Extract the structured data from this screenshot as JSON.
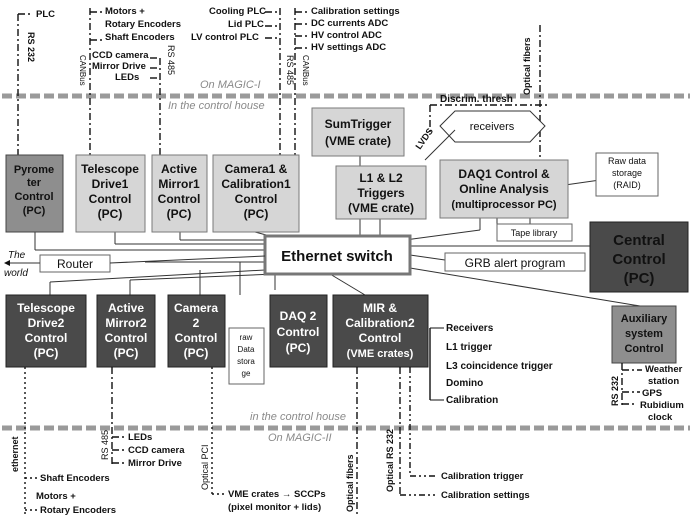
{
  "top_labels": {
    "plc": "PLC",
    "motors": "Motors +",
    "rotary": "Rotary Encoders",
    "shaft": "Shaft Encoders",
    "ccd": "CCD camera",
    "mirror_drive": "Mirror Drive",
    "leds": "LEDs",
    "cooling_plc": "Cooling PLC",
    "lid_plc": "Lid PLC",
    "lv_plc": "LV control PLC",
    "calib_settings": "Calibration settings",
    "dc_adc": "DC currents ADC",
    "hv_adc": "HV control ADC",
    "hvset_adc": "HV settings ADC",
    "rs232": "RS 232",
    "canbus1": "CANBus",
    "rs485_1": "RS 485",
    "rs485_2": "RS 485",
    "canbus2": "CANBus",
    "optical": "Optical fibers"
  },
  "separators": {
    "on_magic1": "On MAGIC-I",
    "control_house_top": "In the control house",
    "discrim": "Discrim. thresh",
    "control_house_bottom": "in the control house",
    "on_magic2": "On MAGIC-II"
  },
  "boxes": {
    "pyrometer": [
      "Pyrome",
      "ter",
      "Control",
      "(PC)"
    ],
    "tel_drive1": [
      "Telescope",
      "Drive1",
      "Control",
      "(PC)"
    ],
    "amc1": [
      "Active",
      "Mirror1",
      "Control",
      "(PC)"
    ],
    "camera1": [
      "Camera1 &",
      "Calibration1",
      "Control",
      "(PC)"
    ],
    "sumtrigger": [
      "SumTrigger",
      "(VME crate)"
    ],
    "receivers": "receivers",
    "l1l2": [
      "L1 & L2",
      "Triggers",
      "(VME crate)"
    ],
    "daq1": [
      "DAQ1 Control &",
      "Online Analysis",
      "(multiprocessor PC)"
    ],
    "raw_raid": [
      "Raw data",
      "storage",
      "(RAID)"
    ],
    "tape": "Tape library",
    "central": [
      "Central",
      "Control",
      "(PC)"
    ],
    "ethernet": "Ethernet switch",
    "router": "Router",
    "world": [
      "The",
      "world"
    ],
    "grb": "GRB alert program",
    "tel_drive2": [
      "Telescope",
      "Drive2",
      "Control",
      "(PC)"
    ],
    "amc2": [
      "Active",
      "Mirror2",
      "Control",
      "(PC)"
    ],
    "camera2": [
      "Camera",
      "2",
      "Control",
      "(PC)"
    ],
    "raw_data2": [
      "raw",
      "Data",
      "stora",
      "ge"
    ],
    "daq2": [
      "DAQ 2",
      "Control",
      "(PC)"
    ],
    "mir": [
      "MIR  &",
      "Calibration2",
      "Control",
      "(VME crates)"
    ],
    "auxiliary": [
      "Auxiliary",
      "system",
      "Control"
    ],
    "lvds": "LVDS"
  },
  "mir_list": [
    "Receivers",
    "L1 trigger",
    "L3 coincidence trigger",
    "Domino",
    "Calibration"
  ],
  "aux_list": [
    "Weather",
    "station",
    "GPS",
    "Rubidium",
    "clock"
  ],
  "bottom_labels": {
    "ethernet": "ethernet",
    "rs485": "RS 485",
    "leds": "LEDs",
    "ccd": "CCD camera",
    "mirror_drive": "Mirror Drive",
    "shaft": "Shaft Encoders",
    "motors": "Motors +",
    "rotary": "Rotary Encoders",
    "optical_pci": "Optical PCI",
    "vme": "VME crates → SCCPs",
    "pixel": "(pixel monitor + lids)",
    "optical": "Optical fibers",
    "rs232": "Optical RS 232",
    "rs232_aux": "RS 232",
    "calib_trigger": "Calibration trigger",
    "calib_settings": "Calibration settings"
  }
}
